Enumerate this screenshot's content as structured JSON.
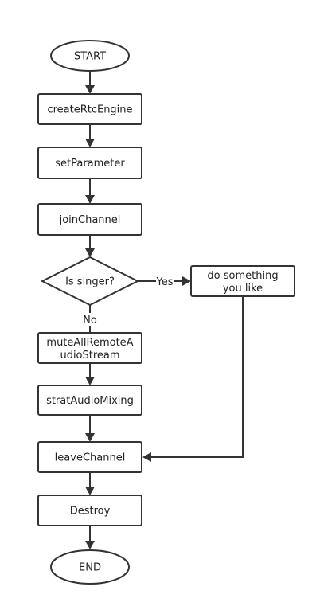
{
  "diagram": {
    "type": "flowchart",
    "nodes": {
      "start": {
        "shape": "terminal",
        "label": "START"
      },
      "create": {
        "shape": "process",
        "label": "createRtcEngine"
      },
      "setparam": {
        "shape": "process",
        "label": "setParameter"
      },
      "join": {
        "shape": "process",
        "label": "joinChannel"
      },
      "singer": {
        "shape": "decision",
        "label": "Is singer?"
      },
      "custom": {
        "shape": "process",
        "label_lines": [
          "do something",
          "you like"
        ]
      },
      "mute": {
        "shape": "process",
        "label_lines": [
          "muteAllRemoteA",
          "udioStream"
        ]
      },
      "mixing": {
        "shape": "process",
        "label": "stratAudioMixing"
      },
      "leave": {
        "shape": "process",
        "label": "leaveChannel"
      },
      "destroy": {
        "shape": "process",
        "label": "Destroy"
      },
      "end": {
        "shape": "terminal",
        "label": "END"
      }
    },
    "edges": [
      {
        "from": "start",
        "to": "create"
      },
      {
        "from": "create",
        "to": "setparam"
      },
      {
        "from": "setparam",
        "to": "join"
      },
      {
        "from": "join",
        "to": "singer"
      },
      {
        "from": "singer",
        "to": "custom",
        "label": "Yes"
      },
      {
        "from": "singer",
        "to": "mute",
        "label": "No"
      },
      {
        "from": "mute",
        "to": "mixing"
      },
      {
        "from": "mixing",
        "to": "leave"
      },
      {
        "from": "custom",
        "to": "leave"
      },
      {
        "from": "leave",
        "to": "destroy"
      },
      {
        "from": "destroy",
        "to": "end"
      }
    ],
    "colors": {
      "stroke": "#333333",
      "fill": "#ffffff",
      "text": "#222222"
    }
  }
}
